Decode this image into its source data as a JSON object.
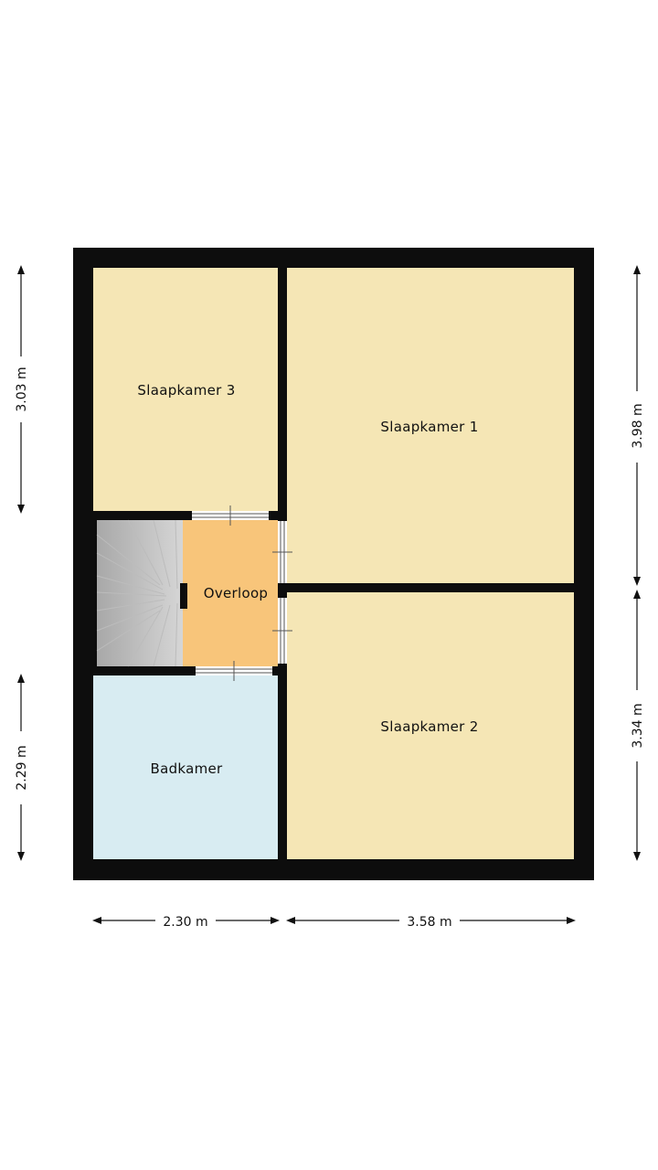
{
  "rooms": {
    "slaapkamer3": {
      "label": "Slaapkamer 3",
      "color": "#f5e6b5"
    },
    "slaapkamer1": {
      "label": "Slaapkamer 1",
      "color": "#f5e6b5"
    },
    "slaapkamer2": {
      "label": "Slaapkamer 2",
      "color": "#f5e6b5"
    },
    "overloop": {
      "label": "Overloop",
      "color": "#f8c57a"
    },
    "badkamer": {
      "label": "Badkamer",
      "color": "#d8ecf2"
    }
  },
  "dimensions": {
    "left_top": "3.03 m",
    "left_bottom": "2.29 m",
    "right_top": "3.98 m",
    "right_bottom": "3.34 m",
    "bottom_left": "2.30 m",
    "bottom_right": "3.58 m"
  },
  "colors": {
    "wall": "#0d0d0d",
    "stairs": "#c8c8c8",
    "stairs_dark": "#a9a9a9"
  }
}
